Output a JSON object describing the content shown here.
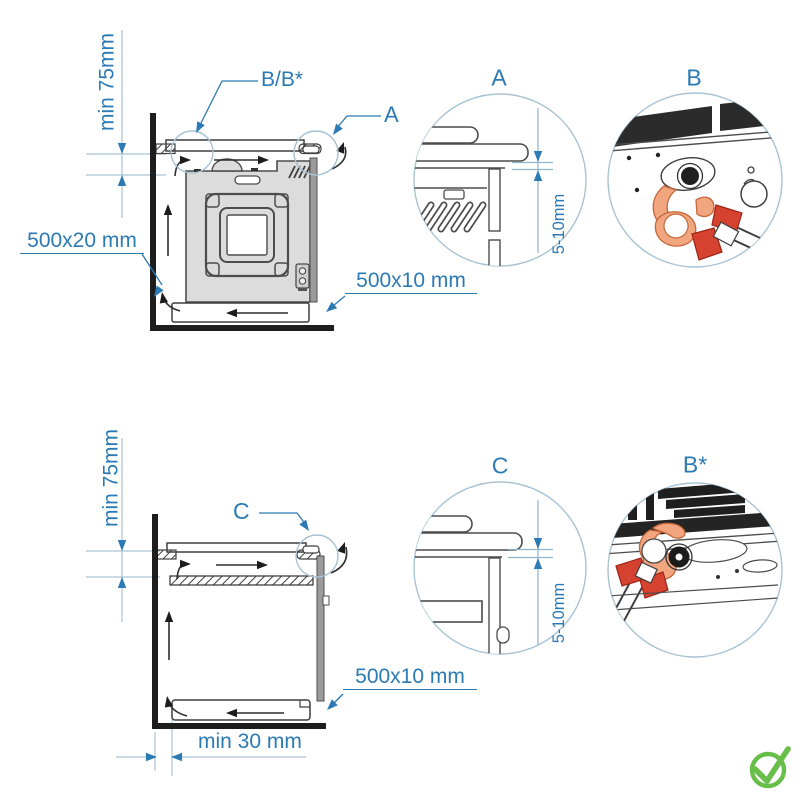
{
  "document": {
    "type": "appliance-installation-diagram",
    "description": "Built-in oven installation clearances with detail views"
  },
  "labels": {
    "top": {
      "height_clearance": "min 75mm",
      "callout_b": "B/B*",
      "callout_a": "A",
      "left_spacer": "500x20 mm",
      "right_spacer": "500x10 mm"
    },
    "bottom": {
      "height_clearance": "min 75mm",
      "callout_c": "C",
      "right_spacer": "500x10 mm",
      "wall_gap": "min 30 mm"
    },
    "details": {
      "a_title": "A",
      "b_title": "B",
      "c_title": "C",
      "b_star_title": "B*",
      "gap_a": "5-10mm",
      "gap_c": "5-10mm"
    }
  },
  "icons": {
    "status_icon": "check-circle"
  },
  "colors": {
    "accent_blue": "#2B7AB3",
    "line_dark": "#3F3F3F",
    "line_light": "#A9C3D4",
    "wall_black": "#1D1D1D",
    "oven_gray": "#DCDCDC",
    "panel_gray": "#9B9B9B",
    "hand_orange": "#F2A67F",
    "wrench_red": "#D64230",
    "check_green": "#67BE48"
  }
}
